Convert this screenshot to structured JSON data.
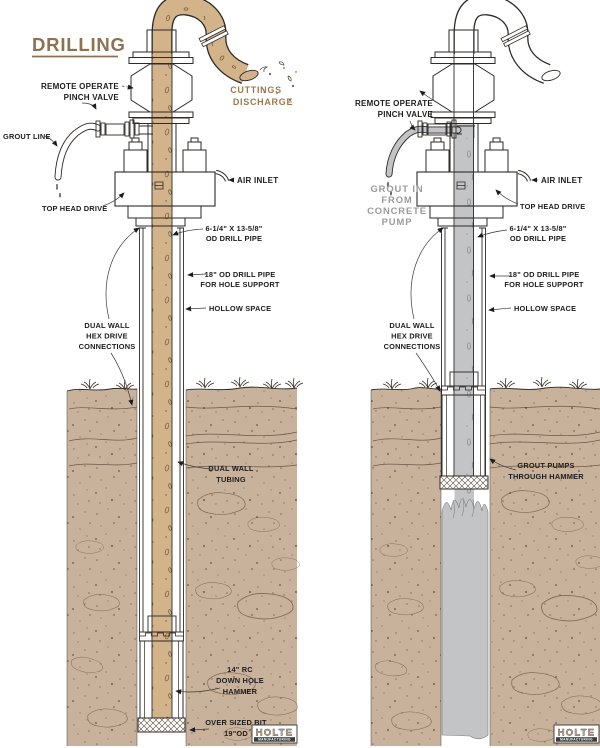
{
  "title": "DRILLING",
  "colors": {
    "pipe_tan": "#d2b38a",
    "soil": "#c9b29c",
    "grout_gray": "#c2c4c6",
    "ink": "#2e2a26",
    "title_brown": "#8c7252",
    "label_gray": "#9b9b9b",
    "label_tan": "#9d7a4e"
  },
  "logo": {
    "name": "HOLTE",
    "sub": "MANUFACTURING"
  },
  "left": {
    "labels": {
      "pinch_valve": [
        "REMOTE OPERATE",
        "PINCH VALVE"
      ],
      "grout_line": [
        "GROUT LINE"
      ],
      "cuttings_discharge": [
        "CUTTINGS",
        "DISCHARGE"
      ],
      "air_inlet": [
        "AIR INLET"
      ],
      "top_head_drive": [
        "TOP HEAD DRIVE"
      ],
      "drill_pipe_od": [
        "6-1/4\" X 13-5/8\"",
        "OD DRILL PIPE"
      ],
      "support_pipe": [
        "18\" OD DRILL PIPE",
        "FOR HOLE SUPPORT"
      ],
      "hollow_space": [
        "HOLLOW SPACE"
      ],
      "hex_drive": [
        "DUAL WALL",
        "HEX DRIVE",
        "CONNECTIONS"
      ],
      "dual_wall_tubing": [
        "DUAL WALL",
        "TUBING"
      ],
      "hammer": [
        "14\" RC",
        "DOWN HOLE",
        "HAMMER"
      ],
      "oversized_bit": [
        "OVER SIZED BIT",
        "19\"OD"
      ]
    }
  },
  "right": {
    "labels": {
      "pinch_valve": [
        "REMOTE OPERATE",
        "PINCH VALVE"
      ],
      "grout_in": [
        "GROUT IN",
        "FROM",
        "CONCRETE",
        "PUMP"
      ],
      "air_inlet": [
        "AIR INLET"
      ],
      "top_head_drive": [
        "TOP HEAD DRIVE"
      ],
      "drill_pipe_od": [
        "6-1/4\" X 13-5/8\"",
        "OD DRILL PIPE"
      ],
      "support_pipe": [
        "18\" OD DRILL PIPE",
        "FOR HOLE SUPPORT"
      ],
      "hollow_space": [
        "HOLLOW SPACE"
      ],
      "hex_drive": [
        "DUAL WALL",
        "HEX DRIVE",
        "CONNECTIONS"
      ],
      "grout_pumps": [
        "GROUT PUMPS",
        "THROUGH HAMMER"
      ]
    }
  }
}
